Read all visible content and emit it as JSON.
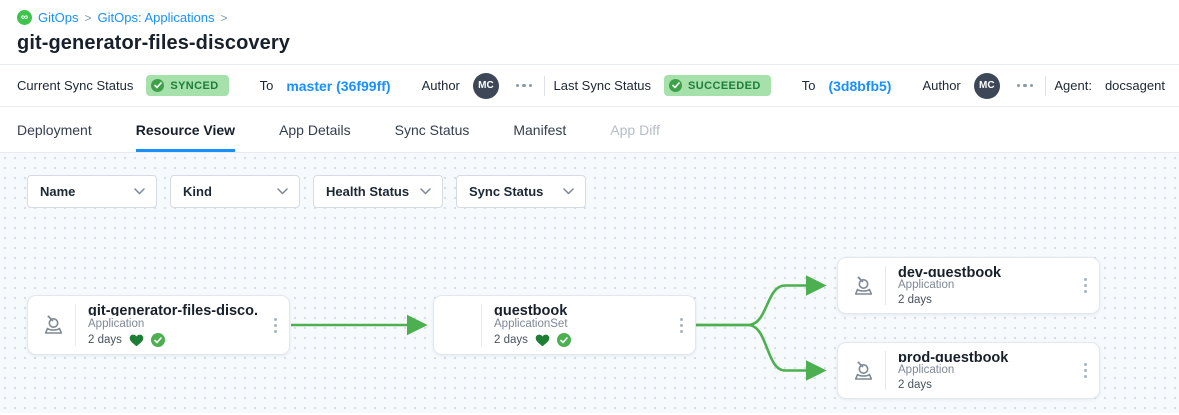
{
  "breadcrumb": {
    "items": [
      "GitOps",
      "GitOps: Applications"
    ],
    "separator": ">"
  },
  "page_title": "git-generator-files-discovery",
  "status_bar": {
    "current_sync": {
      "label": "Current Sync Status",
      "badge": "SYNCED",
      "to_label": "To",
      "revision": "master (36f99ff)",
      "author_label": "Author",
      "author_initials": "MC"
    },
    "last_sync": {
      "label": "Last Sync Status",
      "badge": "SUCCEEDED",
      "to_label": "To",
      "revision": "(3d8bfb5)",
      "author_label": "Author",
      "author_initials": "MC"
    },
    "agent": {
      "label": "Agent:",
      "value": "docsagent"
    }
  },
  "tabs": [
    {
      "label": "Deployment",
      "state": "default"
    },
    {
      "label": "Resource View",
      "state": "active"
    },
    {
      "label": "App Details",
      "state": "default"
    },
    {
      "label": "Sync Status",
      "state": "default"
    },
    {
      "label": "Manifest",
      "state": "default"
    },
    {
      "label": "App Diff",
      "state": "disabled"
    }
  ],
  "filters": [
    {
      "label": "Name"
    },
    {
      "label": "Kind"
    },
    {
      "label": "Health Status"
    },
    {
      "label": "Sync Status"
    }
  ],
  "graph": {
    "nodes": [
      {
        "title": "git-generator-files-disco...",
        "kind": "Application",
        "age": "2 days"
      },
      {
        "title": "guestbook",
        "kind": "ApplicationSet",
        "age": "2 days"
      },
      {
        "title": "dev-guestbook",
        "kind": "Application",
        "age": "2 days"
      },
      {
        "title": "prod-guestbook",
        "kind": "Application",
        "age": "2 days"
      }
    ]
  },
  "colors": {
    "accent_blue": "#1890ff",
    "badge_bg": "#a6e0ab",
    "badge_text": "#1e7e38",
    "badge_check": "#3fa04a",
    "edge_green": "#4caf50",
    "health_heart": "#1e7e34",
    "graph_bg": "#f6fafd",
    "logo_green": "#3ec34f"
  }
}
